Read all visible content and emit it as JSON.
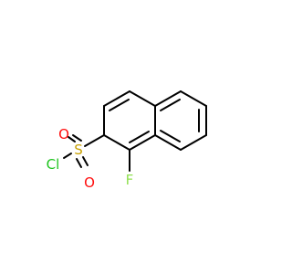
{
  "molecule": {
    "atoms": {
      "fluorine": {
        "symbol": "F",
        "color": "#90e050"
      },
      "chlorine": {
        "symbol": "Cl",
        "color": "#1fc41f"
      },
      "sulfur": {
        "symbol": "S",
        "color": "#c8a000"
      },
      "oxygen_top": {
        "symbol": "O",
        "color": "#ff0d0d"
      },
      "oxygen_bottom": {
        "symbol": "O",
        "color": "#ff0d0d"
      }
    },
    "bond_color": "#000000"
  }
}
